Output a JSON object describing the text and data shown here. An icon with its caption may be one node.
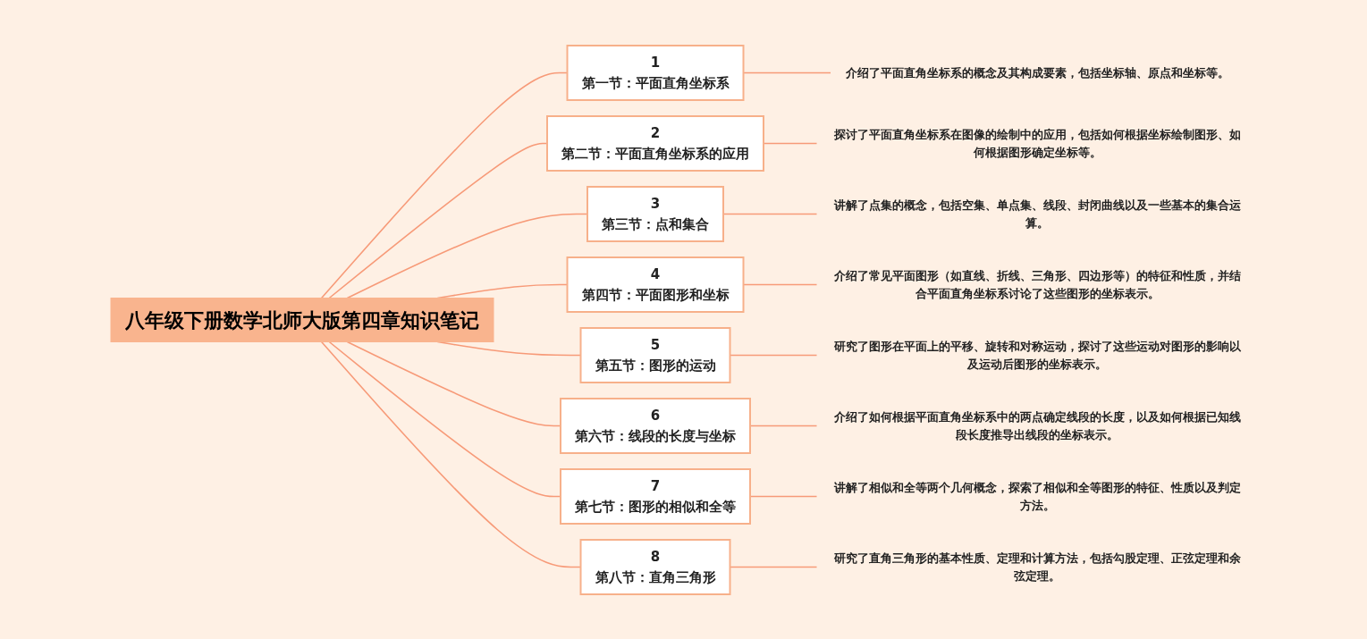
{
  "diagram": {
    "nodes": [
      {
        "text": [
          "八年级下册数学北师大版第四章知识笔记"
        ]
      },
      {
        "text": [
          "1",
          "第一节：平面直角坐标系"
        ]
      },
      {
        "text": [
          "介绍了平面直角坐标系的概念及其构成要素，包括坐标轴、原点和坐标等。"
        ]
      },
      {
        "text": [
          "2",
          "第二节：平面直角坐标系的应用"
        ]
      },
      {
        "text": [
          "探讨了平面直角坐标系在图像的绘制中的应用，包括如何根据坐标绘制图形、如何根据图形确定坐标等。"
        ]
      },
      {
        "text": [
          "3",
          "第三节：点和集合"
        ]
      },
      {
        "text": [
          "讲解了点集的概念，包括空集、单点集、线段、封闭曲线以及一些基本的集合运算。"
        ]
      },
      {
        "text": [
          "4",
          "第四节：平面图形和坐标"
        ]
      },
      {
        "text": [
          "介绍了常见平面图形（如直线、折线、三角形、四边形等）的特征和性质，并结合平面直角坐标系讨论了这些图形的坐标表示。"
        ]
      },
      {
        "text": [
          "5",
          "第五节：图形的运动"
        ]
      },
      {
        "text": [
          "研究了图形在平面上的平移、旋转和对称运动，探讨了这些运动对图形的影响以及运动后图形的坐标表示。"
        ]
      },
      {
        "text": [
          "6",
          "第六节：线段的长度与坐标"
        ]
      },
      {
        "text": [
          "介绍了如何根据平面直角坐标系中的两点确定线段的长度，以及如何根据已知线段长度推导出线段的坐标表示。"
        ]
      },
      {
        "text": [
          "7",
          "第七节：图形的相似和全等"
        ]
      },
      {
        "text": [
          "讲解了相似和全等两个几何概念，探索了相似和全等图形的特征、性质以及判定方法。"
        ]
      },
      {
        "text": [
          "8",
          "第八节：直角三角形"
        ]
      },
      {
        "text": [
          "研究了直角三角形的基本性质、定理和计算方法，包括勾股定理、正弦定理和余弦定理。"
        ]
      }
    ],
    "edges": [
      {
        "from": 0,
        "to": 1,
        "arrow": "none"
      },
      {
        "from": 1,
        "to": 2,
        "arrow": "none"
      },
      {
        "from": 0,
        "to": 3,
        "arrow": "none"
      },
      {
        "from": 3,
        "to": 4,
        "arrow": "none"
      },
      {
        "from": 0,
        "to": 5,
        "arrow": "none"
      },
      {
        "from": 5,
        "to": 6,
        "arrow": "none"
      },
      {
        "from": 0,
        "to": 7,
        "arrow": "none"
      },
      {
        "from": 7,
        "to": 8,
        "arrow": "none"
      },
      {
        "from": 0,
        "to": 9,
        "arrow": "none"
      },
      {
        "from": 9,
        "to": 10,
        "arrow": "none"
      },
      {
        "from": 0,
        "to": 11,
        "arrow": "none"
      },
      {
        "from": 11,
        "to": 12,
        "arrow": "none"
      },
      {
        "from": 0,
        "to": 13,
        "arrow": "none"
      },
      {
        "from": 13,
        "to": 14,
        "arrow": "none"
      },
      {
        "from": 0,
        "to": 15,
        "arrow": "none"
      },
      {
        "from": 15,
        "to": 16,
        "arrow": "none"
      }
    ]
  }
}
